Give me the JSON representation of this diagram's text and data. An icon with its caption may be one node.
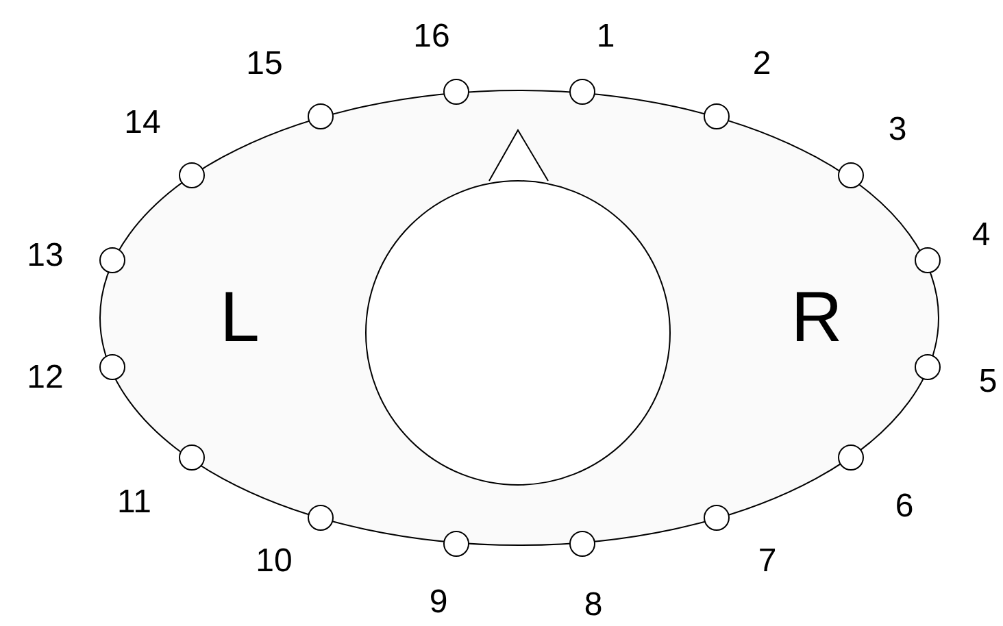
{
  "diagram": {
    "labels": [
      "16",
      "1",
      "15",
      "2",
      "14",
      "3",
      "4",
      "13",
      "L",
      "R",
      "12",
      "5",
      "11",
      "6",
      "10",
      "7",
      "9",
      "8"
    ]
  }
}
